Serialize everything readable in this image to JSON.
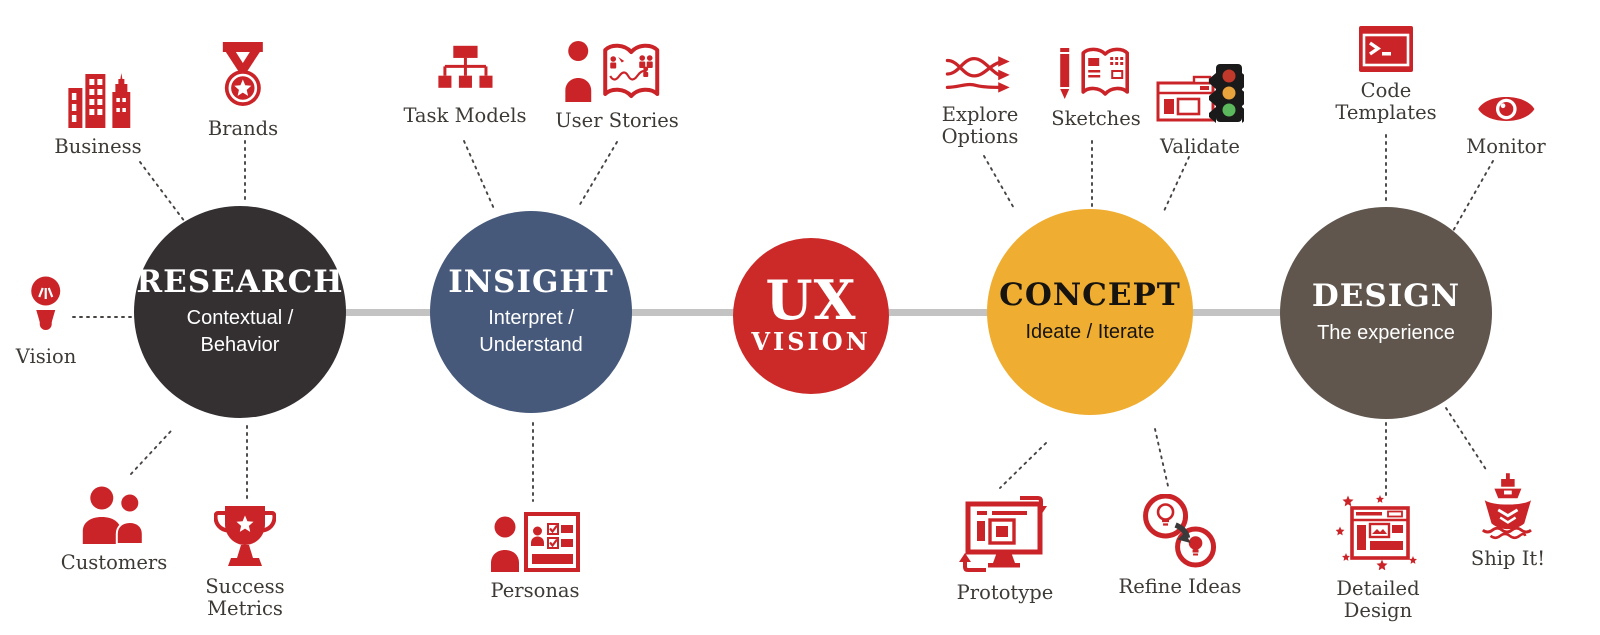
{
  "diagram_title": "UX Vision process",
  "hub": {
    "line1": "UX",
    "line2": "VISION"
  },
  "stages": [
    {
      "id": "research",
      "title": "RESEARCH",
      "subtitle": "Contextual / Behavior",
      "color": "#343031",
      "text_color": "#ffffff"
    },
    {
      "id": "insight",
      "title": "INSIGHT",
      "subtitle": "Interpret / Understand",
      "color": "#46597b",
      "text_color": "#ffffff"
    },
    {
      "id": "concept",
      "title": "CONCEPT",
      "subtitle": "Ideate / Iterate",
      "color": "#efae31",
      "text_color": "#171410"
    },
    {
      "id": "design",
      "title": "DESIGN",
      "subtitle": "The experience",
      "color": "#60564e",
      "text_color": "#ffffff"
    }
  ],
  "satellites": {
    "business": {
      "label": "Business",
      "icon": "city-buildings-icon"
    },
    "brands": {
      "label": "Brands",
      "icon": "medal-icon"
    },
    "vision": {
      "label": "Vision",
      "icon": "lightbulb-icon"
    },
    "customers": {
      "label": "Customers",
      "icon": "people-icon"
    },
    "success_metrics": {
      "label": "Success Metrics",
      "icon": "trophy-icon"
    },
    "task_models": {
      "label": "Task Models",
      "icon": "org-chart-icon"
    },
    "user_stories": {
      "label": "User Stories",
      "icon": "person-storybook-icon"
    },
    "personas": {
      "label": "Personas",
      "icon": "person-checklist-icon"
    },
    "explore_options": {
      "label": "Explore Options",
      "icon": "crossing-arrows-icon"
    },
    "sketches": {
      "label": "Sketches",
      "icon": "pencil-sketchbook-icon"
    },
    "validate": {
      "label": "Validate",
      "icon": "browser-traffic-light-icon"
    },
    "prototype": {
      "label": "Prototype",
      "icon": "monitor-iterate-icon"
    },
    "refine_ideas": {
      "label": "Refine Ideas",
      "icon": "lightbulbs-arrow-icon"
    },
    "code_templates": {
      "label": "Code Templates",
      "icon": "terminal-icon"
    },
    "monitor": {
      "label": "Monitor",
      "icon": "eye-icon"
    },
    "detailed_design": {
      "label": "Detailed Design",
      "icon": "browser-stars-icon"
    },
    "ship_it": {
      "label": "Ship It!",
      "icon": "ship-icon"
    }
  },
  "colors": {
    "icon_red": "#cb2428",
    "hub_red": "#cb2a28",
    "research_circle": "#343031",
    "insight_circle": "#46597b",
    "concept_circle": "#efae31",
    "design_circle": "#60564e",
    "connector_gray": "#c3c3c3",
    "dotted_line": "#474341",
    "label_text": "#3d3935",
    "traffic_red": "#c0392b",
    "traffic_yellow": "#e8a33d",
    "traffic_green": "#5cb85c"
  }
}
